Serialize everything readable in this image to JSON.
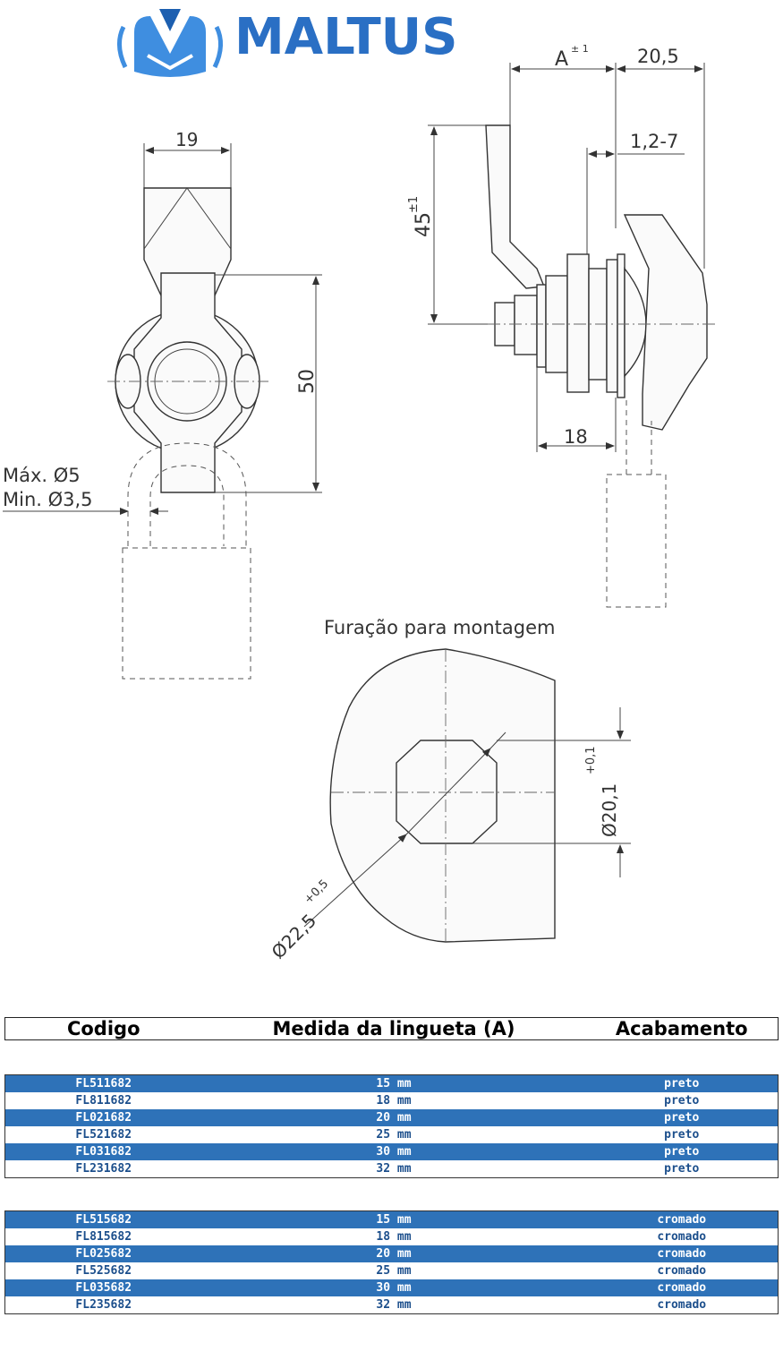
{
  "logo": {
    "text": "MALTUS",
    "color": "#2a6fc4",
    "accent": "#3f8ee0"
  },
  "dimensions": {
    "d19": "19",
    "d50": "50",
    "dmax": "Máx. Ø5",
    "dmin": "Min. Ø3,5",
    "dA": "A",
    "dA_tol": "± 1",
    "d20_5": "20,5",
    "d1_2_7": "1,2-7",
    "d45": "45",
    "d45_tol": "±1",
    "d18": "18",
    "d20_1": "Ø20,1",
    "d20_1_tol": "+0,1",
    "d22_5": "Ø22,5",
    "d22_5_tol": "+0,5"
  },
  "mounting_title": "Furação para montagem",
  "table": {
    "headers": {
      "code": "Codigo",
      "length": "Medida da lingueta (A)",
      "finish": "Acabamento"
    },
    "colors": {
      "row_blue": "#2e72b8",
      "text_blue": "#1c4f8c"
    },
    "preto": [
      {
        "code": "FL511682",
        "length": "15 mm",
        "finish": "preto"
      },
      {
        "code": "FL811682",
        "length": "18 mm",
        "finish": "preto"
      },
      {
        "code": "FL021682",
        "length": "20 mm",
        "finish": "preto"
      },
      {
        "code": "FL521682",
        "length": "25 mm",
        "finish": "preto"
      },
      {
        "code": "FL031682",
        "length": "30 mm",
        "finish": "preto"
      },
      {
        "code": "FL231682",
        "length": "32 mm",
        "finish": "preto"
      }
    ],
    "cromado": [
      {
        "code": "FL515682",
        "length": "15 mm",
        "finish": "cromado"
      },
      {
        "code": "FL815682",
        "length": "18 mm",
        "finish": "cromado"
      },
      {
        "code": "FL025682",
        "length": "20 mm",
        "finish": "cromado"
      },
      {
        "code": "FL525682",
        "length": "25 mm",
        "finish": "cromado"
      },
      {
        "code": "FL035682",
        "length": "30 mm",
        "finish": "cromado"
      },
      {
        "code": "FL235682",
        "length": "32 mm",
        "finish": "cromado"
      }
    ]
  }
}
